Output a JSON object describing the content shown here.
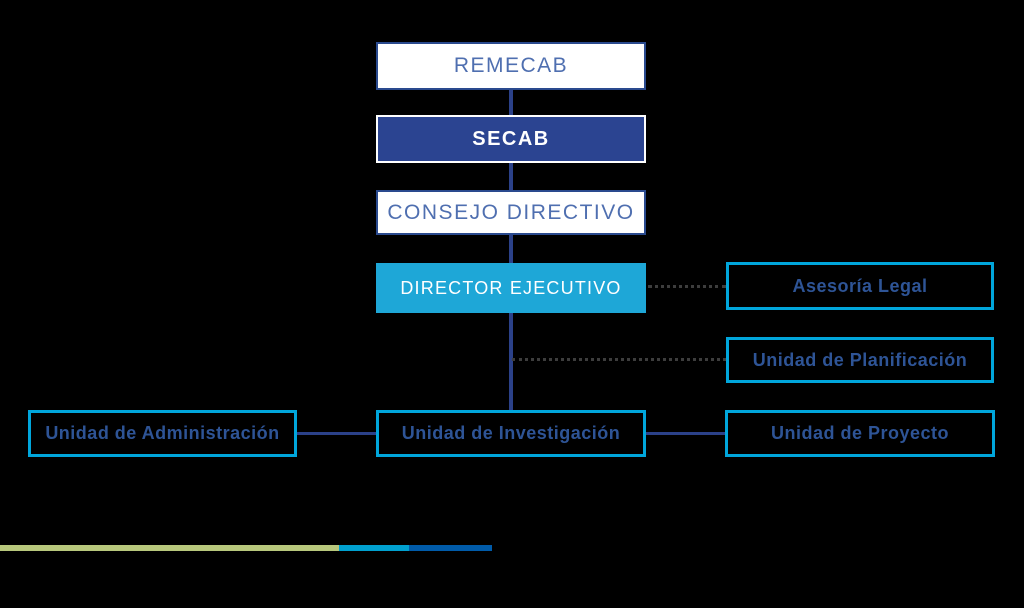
{
  "diagram": {
    "type": "org-chart",
    "background": "#000000",
    "nodes": {
      "remecab": {
        "label": "REMECAB"
      },
      "secab": {
        "label": "SECAB"
      },
      "consejo_directivo": {
        "label": "CONSEJO DIRECTIVO"
      },
      "director_ejecutivo": {
        "label": "DIRECTOR EJECUTIVO"
      },
      "asesoria_legal": {
        "label": "Asesoría Legal"
      },
      "unidad_planificacion": {
        "label": "Unidad de Planificación"
      },
      "unidad_administracion": {
        "label": "Unidad de Administración"
      },
      "unidad_investigacion": {
        "label": "Unidad de Investigación"
      },
      "unidad_proyecto": {
        "label": "Unidad de Proyecto"
      }
    },
    "edges": [
      {
        "from": "remecab",
        "to": "secab",
        "style": "solid"
      },
      {
        "from": "secab",
        "to": "consejo_directivo",
        "style": "solid"
      },
      {
        "from": "consejo_directivo",
        "to": "director_ejecutivo",
        "style": "solid"
      },
      {
        "from": "director_ejecutivo",
        "to": "asesoria_legal",
        "style": "dotted"
      },
      {
        "from": "director_ejecutivo",
        "to": "unidad_planificacion",
        "style": "dotted"
      },
      {
        "from": "director_ejecutivo",
        "to": "unidad_investigacion",
        "style": "solid"
      },
      {
        "from": "unidad_administracion",
        "to": "unidad_investigacion",
        "style": "solid"
      },
      {
        "from": "unidad_investigacion",
        "to": "unidad_proyecto",
        "style": "solid"
      }
    ],
    "colors": {
      "navy-fill": "#2b4491",
      "navy-border": "#2a4a8e",
      "cyan-fill": "#1ea7d7",
      "cyan-border": "#00a6dc",
      "text-blue": "#4f6fb0",
      "text-navy": "#2e5496",
      "connector-navy": "#2b4189",
      "connector-dotted": "#3d3d3d",
      "footer-green": "#b7c77c",
      "footer-cyan": "#00a0cf",
      "footer-blue": "#005ba9"
    }
  }
}
